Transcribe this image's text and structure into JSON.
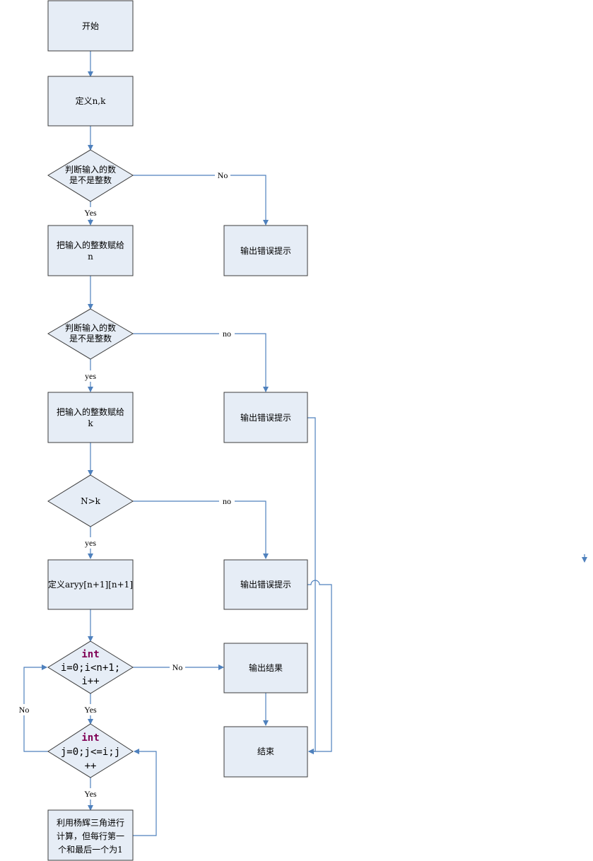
{
  "nodes": {
    "start": "开始",
    "define_nk": "定义n,k",
    "check_n": [
      "判断输入的数",
      "是不是整数"
    ],
    "assign_n": [
      "把输入的整数赋给",
      "n"
    ],
    "error1": "输出错误提示",
    "check_k": [
      "判断输入的数",
      "是不是整数"
    ],
    "assign_k": [
      "把输入的整数赋给",
      "k"
    ],
    "error2": "输出错误提示",
    "compare": "N>k",
    "error3": "输出错误提示",
    "define_array": "定义aryy[n+1][n+1]",
    "loop_i": {
      "kw": "int",
      "l2": "i=0;i<n+1;",
      "l3": "i++"
    },
    "output_result": "输出结果",
    "loop_j": {
      "kw": "int",
      "l2": "j=0;j<=i;j",
      "l3": "++"
    },
    "end": "结束",
    "compute": [
      "利用杨辉三角进行",
      "计算，但每行第一",
      "个和最后一个为1"
    ]
  },
  "edge_labels": {
    "check_n_no": "No",
    "check_n_yes": "Yes",
    "check_k_no": "no",
    "check_k_yes": "yes",
    "compare_no": "no",
    "compare_yes": "yes",
    "loop_i_no": "No",
    "loop_i_yes": "Yes",
    "loop_j_no": "No",
    "loop_j_yes": "Yes"
  },
  "colors": {
    "box_fill": "#e6edf6",
    "connector": "#4f81bd",
    "keyword": "#7f0055"
  }
}
